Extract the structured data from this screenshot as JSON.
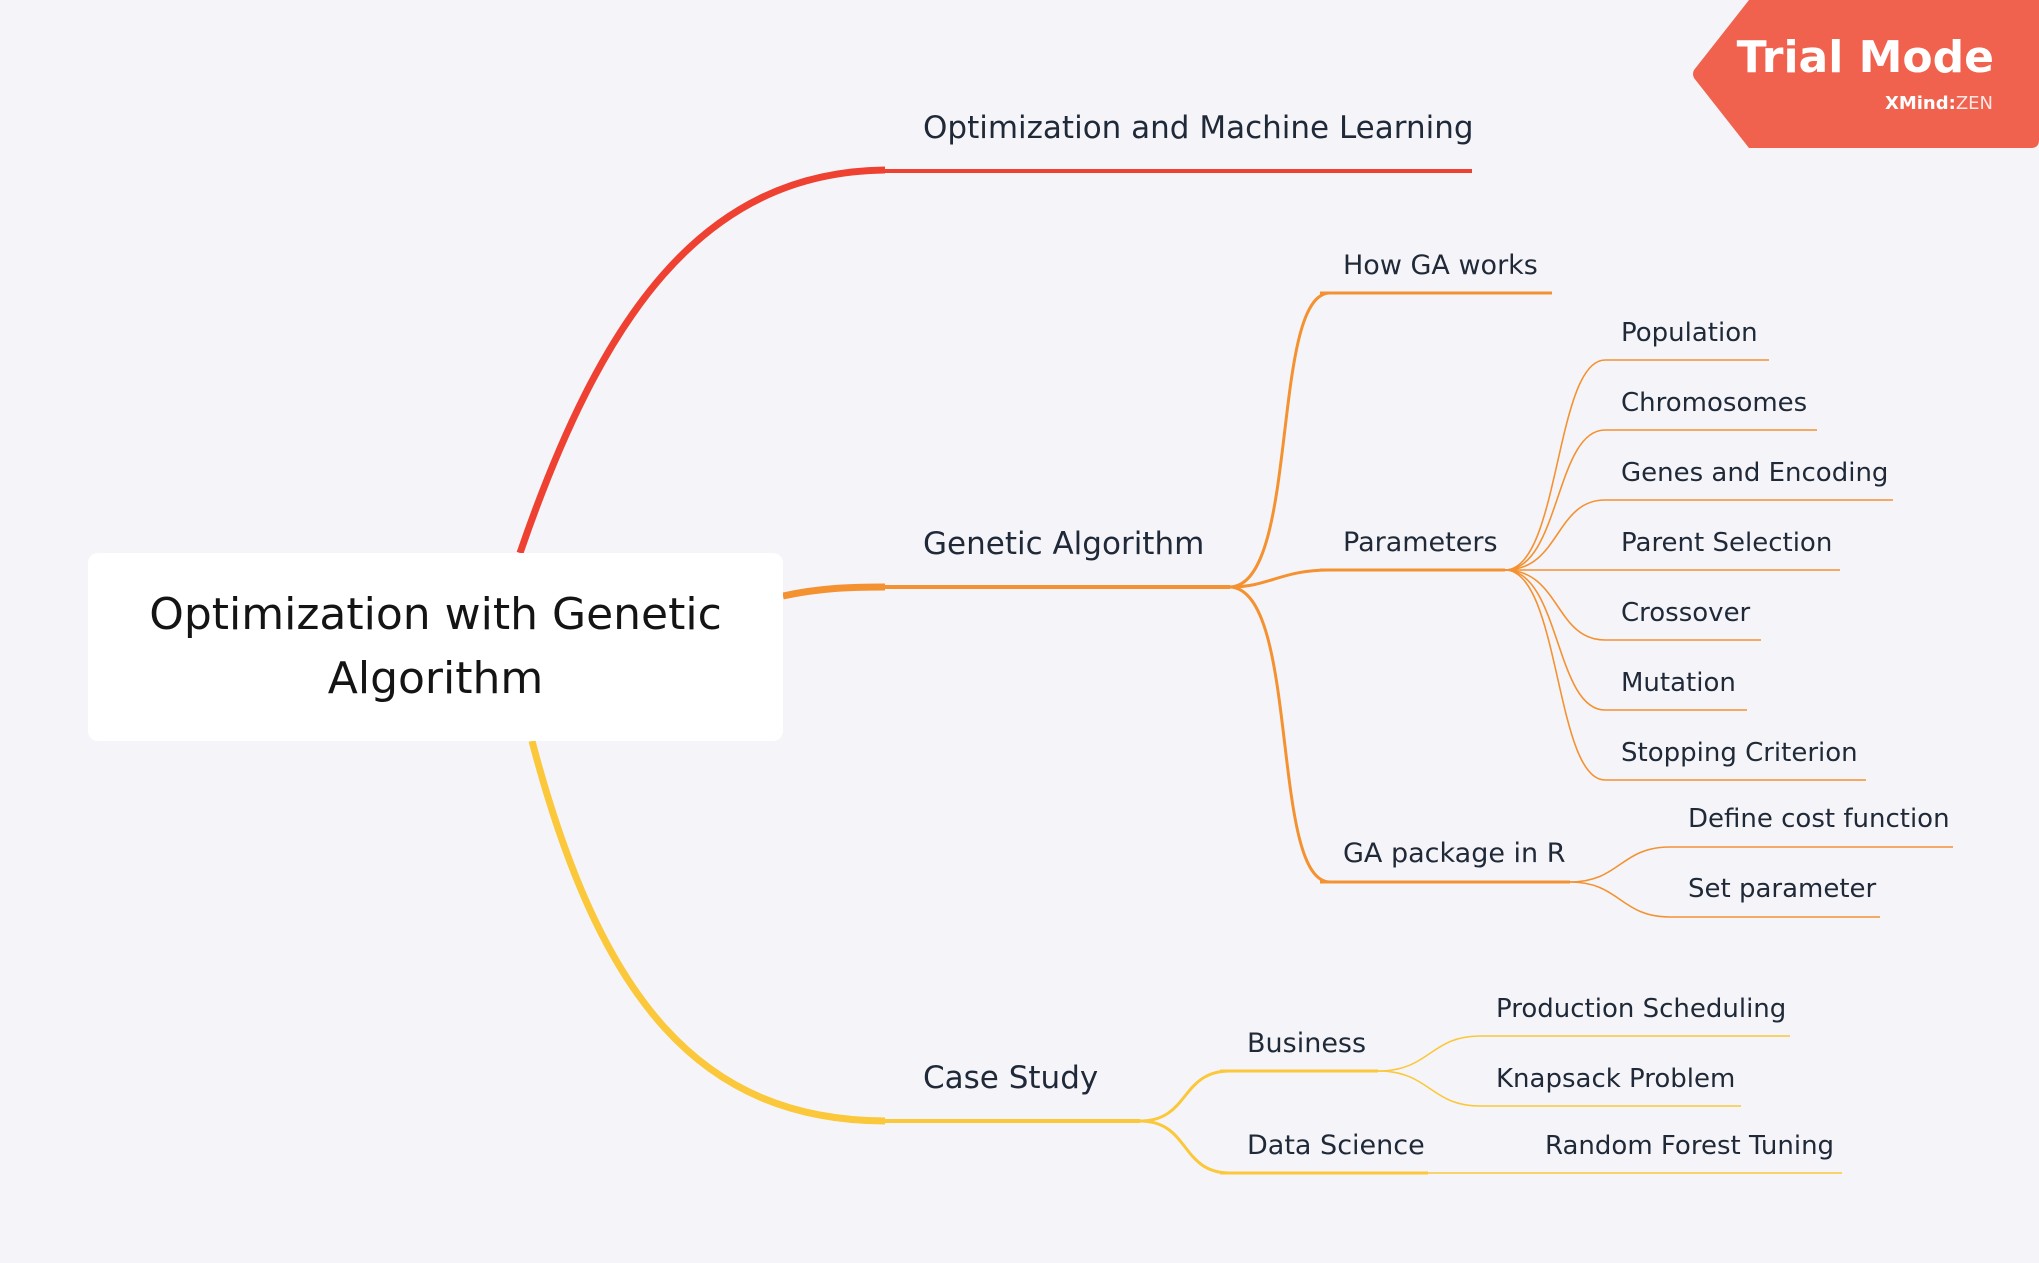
{
  "colors": {
    "background": "#f5f5f9",
    "branch_red": "#ee4132",
    "branch_orange": "#f49232",
    "branch_yellow": "#fac83a",
    "badge": "#f0624d"
  },
  "root": {
    "title": "Optimization with Genetic Algorithm"
  },
  "branches": {
    "ml": {
      "label": "Optimization and Machine Learning"
    },
    "ga": {
      "label": "Genetic Algorithm",
      "how": {
        "label": "How GA works"
      },
      "parameters": {
        "label": "Parameters",
        "children": [
          "Population",
          "Chromosomes",
          "Genes and Encoding",
          "Parent Selection",
          "Crossover",
          "Mutation",
          "Stopping Criterion"
        ]
      },
      "package": {
        "label": "GA package in R",
        "children": [
          "Define cost function",
          "Set parameter"
        ]
      }
    },
    "case": {
      "label": "Case Study",
      "business": {
        "label": "Business",
        "children": [
          "Production Scheduling",
          "Knapsack Problem"
        ]
      },
      "datascience": {
        "label": "Data Science",
        "children": [
          "Random Forest Tuning"
        ]
      }
    }
  },
  "trial": {
    "title": "Trial Mode",
    "brand": "XMind",
    "sep": ":",
    "edition": "ZEN"
  }
}
